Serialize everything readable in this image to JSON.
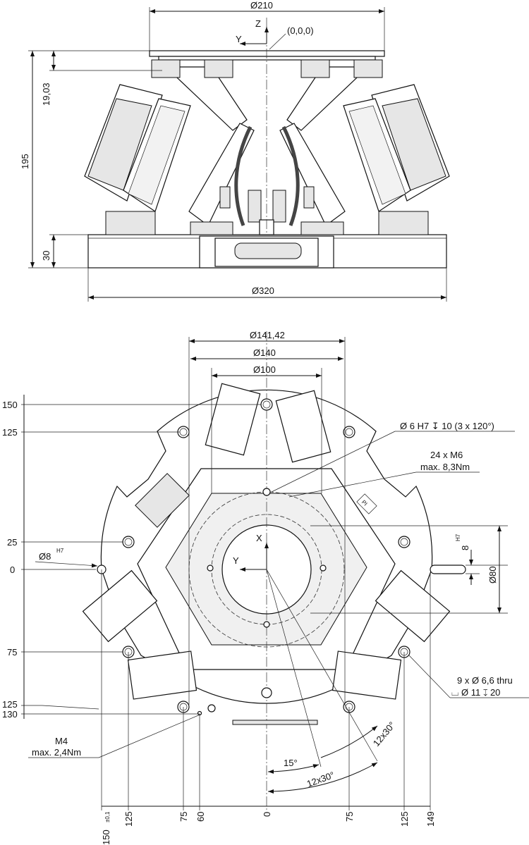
{
  "side_view": {
    "top_diameter": "Ø210",
    "origin_label": "(0,0,0)",
    "axis_z": "Z",
    "axis_y": "Y",
    "height_total": "195",
    "height_pivot": "19,03",
    "base_height": "30",
    "base_diameter": "Ø320"
  },
  "top_view": {
    "diameters": [
      "Ø141,42",
      "Ø140",
      "Ø100"
    ],
    "axis_x": "X",
    "axis_y": "Y",
    "left_dims": [
      "150",
      "125",
      "25",
      "0",
      "75",
      "125",
      "130"
    ],
    "pin_hole": "Ø8",
    "pin_hole_tol": "H7",
    "slot_width": "8",
    "slot_tol": "H7",
    "center_bore": "Ø80",
    "callout_dowel": "Ø 6 H7 ↧ 10 (3 x 120°)",
    "callout_thread_1": "24 x M6",
    "callout_thread_2": "max. 8,3Nm",
    "callout_holes_1": "9 x Ø 6,6 thru",
    "callout_holes_2": "⌴ Ø 11 ↧ 20",
    "callout_m4_1": "M4",
    "callout_m4_2": "max. 2,4Nm",
    "angle_15": "15°",
    "angle_12x30_a": "12x30°",
    "angle_12x30_b": "12x30°",
    "bottom_dims": [
      "150",
      "125",
      "75",
      "60",
      "0",
      "75",
      "125",
      "149"
    ],
    "bottom_tol": "±0,1",
    "logo": "PI"
  }
}
